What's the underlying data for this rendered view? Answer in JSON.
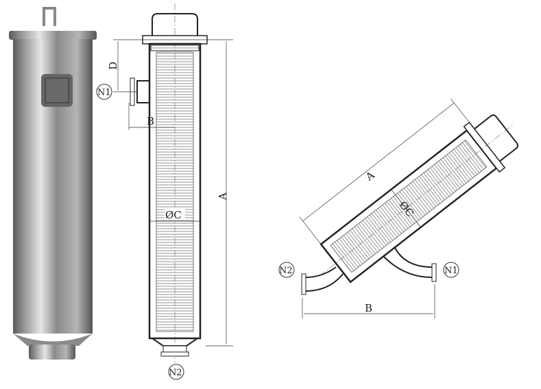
{
  "figure": {
    "render_view": {
      "description_label": "stainless-steel-filter-housing"
    },
    "straight_drawing": {
      "labels": {
        "n1": "N1",
        "n2": "N2",
        "d": "D",
        "b": "B",
        "a": "A",
        "c": "ØC"
      }
    },
    "angled_drawing": {
      "labels": {
        "n1": "N1",
        "n2": "N2",
        "a": "A",
        "b": "B",
        "c": "ØC"
      }
    }
  },
  "colors": {
    "line": "#222222",
    "steel_dark": "#5a5a5a",
    "steel_light": "#e6e6e6"
  }
}
